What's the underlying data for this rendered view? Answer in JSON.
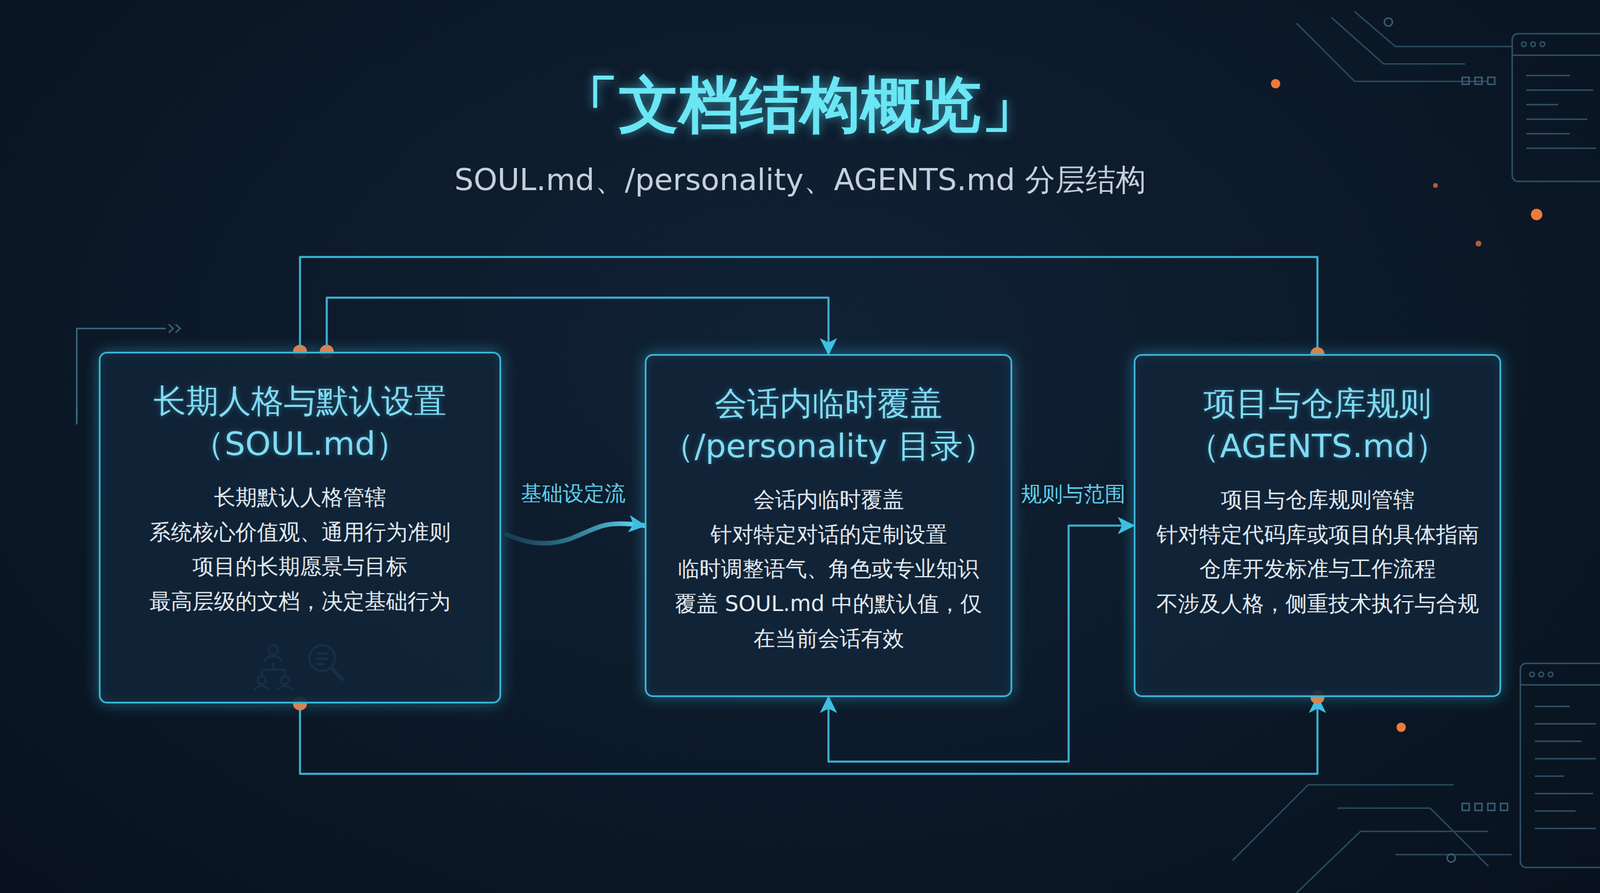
{
  "diagram": {
    "title": "「文档结构概览」",
    "nodes": [
      {
        "text": [
          "长期人格与默认设置 （SOUL.md）",
          "长期默认人格管辖",
          "系统核心价值观、通用行为准则",
          "项目的长期愿景与目标",
          "最高层级的文档，决定基础行为"
        ]
      },
      {
        "text": [
          "会话内临时覆盖 （/personality 目录）",
          "会话内临时覆盖",
          "针对特定对话的定制设置",
          "临时调整语气、角色或专业知识",
          "覆盖 SOUL.md 中的默认值，仅 在当前会话有效"
        ]
      },
      {
        "text": [
          "项目与仓库规则 （AGENTS.md）",
          "项目与仓库规则管辖",
          "针对特定代码库或项目的具体指南",
          "仓库开发标准与工作流程",
          "不涉及人格，侧重技术执行与合规"
        ]
      }
    ],
    "edges": [
      {
        "from": 0,
        "to": 1,
        "arrow": "to",
        "label": "基础设定流"
      },
      {
        "from": 1,
        "to": 2,
        "arrow": "both",
        "label": "规则与范围"
      },
      {
        "from": 0,
        "to": 2,
        "arrow": "none"
      },
      {
        "from": 0,
        "to": 1,
        "arrow": "to"
      },
      {
        "from": 0,
        "to": 2,
        "arrow": "to"
      }
    ],
    "labels": [
      "SOUL.md、/personality、AGENTS.md 分层结构"
    ]
  }
}
